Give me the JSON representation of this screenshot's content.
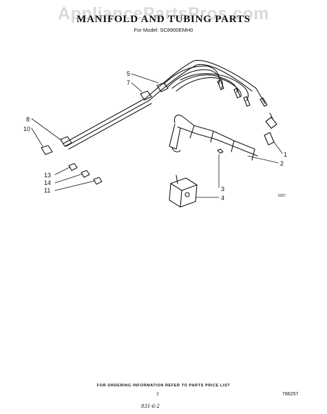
{
  "watermark": "AppliancePartsPros.com",
  "header": {
    "title": "MANIFOLD AND TUBING PARTS",
    "subtitle": "For Model: SC8900EMH0"
  },
  "callouts": [
    "1",
    "2",
    "3",
    "4",
    "5",
    "7",
    "8",
    "10",
    "11",
    "13",
    "14"
  ],
  "drawing_code": "6257",
  "footer": {
    "ordering": "FOR ORDERING INFORMATION REFER TO PARTS PRICE LIST",
    "page_number": "7",
    "part_code": "786257",
    "handnote": "831-6-2"
  }
}
